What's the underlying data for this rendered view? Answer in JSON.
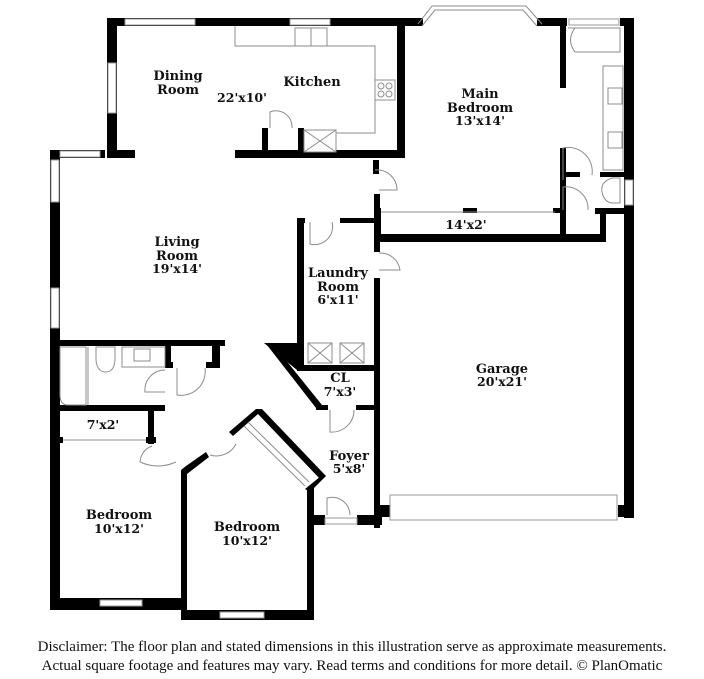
{
  "floorplan": {
    "rooms": [
      {
        "id": "dining",
        "name": "Dining\nRoom",
        "line1": "Dining",
        "line2": "Room",
        "dimensions": ""
      },
      {
        "id": "kitchen",
        "name": "Kitchen",
        "line1": "Kitchen",
        "dimensions": "22'x10'"
      },
      {
        "id": "main-bedroom",
        "line1": "Main",
        "line2": "Bedroom",
        "dimensions": "13'x14'"
      },
      {
        "id": "main-closet",
        "line1": "",
        "dimensions": "14'x2'"
      },
      {
        "id": "living",
        "line1": "Living",
        "line2": "Room",
        "dimensions": "19'x14'"
      },
      {
        "id": "laundry",
        "line1": "Laundry",
        "line2": "Room",
        "dimensions": "6'x11'"
      },
      {
        "id": "garage",
        "line1": "Garage",
        "dimensions": "20'x21'"
      },
      {
        "id": "closet-cl",
        "line1": "CL",
        "dimensions": "7'x3'"
      },
      {
        "id": "foyer",
        "line1": "Foyer",
        "dimensions": "5'x8'"
      },
      {
        "id": "hall-closet",
        "line1": "",
        "dimensions": "7'x2'"
      },
      {
        "id": "bedroom-1",
        "line1": "Bedroom",
        "dimensions": "10'x12'"
      },
      {
        "id": "bedroom-2",
        "line1": "Bedroom",
        "dimensions": "10'x12'"
      }
    ]
  },
  "disclaimer": {
    "line1": "Disclaimer: The floor plan and stated dimensions in this illustration serve as approximate measurements.",
    "line2": "Actual square footage and features may vary. Read terms and conditions for more detail. © PlanOmatic"
  }
}
